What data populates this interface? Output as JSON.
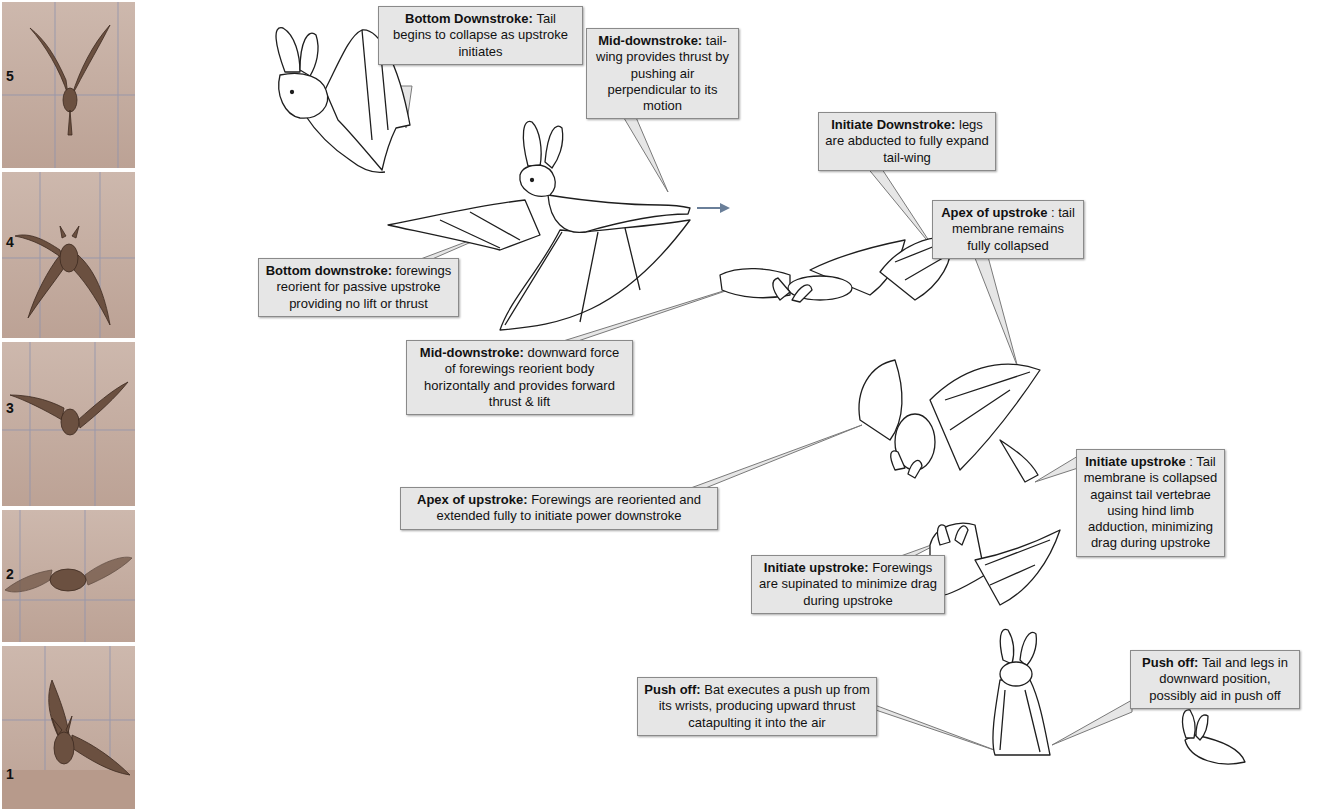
{
  "diagram": {
    "nodes": [
      {
        "text": [
          "Bottom Downstroke:",
          "Tail begins to collapse as upstroke initiates"
        ]
      },
      {
        "text": [
          "Mid-downstroke:",
          "tail-wing provides thrust by pushing air perpendicular to its motion"
        ]
      },
      {
        "text": [
          "Initiate Downstroke:",
          "legs are abducted to fully expand tail-wing"
        ]
      },
      {
        "text": [
          "Bottom downstroke:",
          "forewings reorient for passive upstroke providing no lift or thrust"
        ]
      },
      {
        "text": [
          "Apex of upstroke",
          ": tail membrane remains fully collapsed"
        ]
      },
      {
        "text": [
          "Mid-downstroke:",
          "downward force of forewings reorient body horizontally and provides forward thrust & lift"
        ]
      },
      {
        "text": [
          "Apex of upstroke:",
          "Forewings are reoriented and extended fully to initiate power downstroke"
        ]
      },
      {
        "text": [
          "Initiate upstroke",
          ": Tail membrane is collapsed against tail vertebrae using hind limb adduction, minimizing drag during upstroke"
        ]
      },
      {
        "text": [
          "Initiate upstroke:",
          "Forewings are supinated to minimize drag during upstroke"
        ]
      },
      {
        "text": [
          "Push off:",
          "Tail and legs in downward position, possibly aid in push off"
        ]
      },
      {
        "text": [
          "Push off:",
          "Bat executes a push up from its wrists, producing upward thrust catapulting it into the air"
        ]
      }
    ],
    "labels": [
      "5",
      "4",
      "3",
      "2",
      "1"
    ]
  }
}
